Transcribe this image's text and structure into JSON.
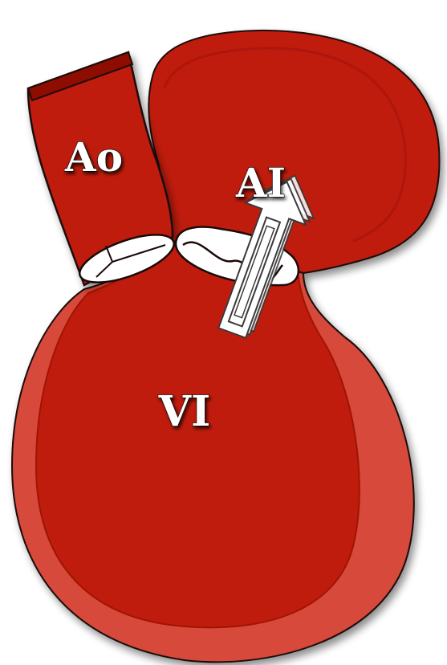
{
  "labels": {
    "aorta": "Ao",
    "left_atrium": "AI",
    "left_ventricle": "VI"
  },
  "colors": {
    "chamber_fill": "#c01a0a",
    "chamber_dark": "#a01205",
    "chamber_light": "#d6483a",
    "outline": "#1a0a08",
    "valve": "#ffffff",
    "arrow": "#ffffff",
    "background": "#ffffff"
  }
}
